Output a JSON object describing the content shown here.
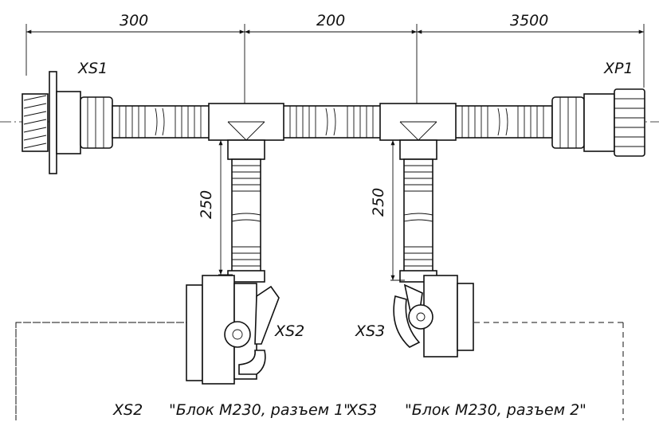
{
  "dimensions": {
    "top_left": "300",
    "top_mid": "200",
    "top_right": "3500",
    "branch_left": "250",
    "branch_right": "250"
  },
  "connectors": {
    "xs1": "XS1",
    "xp1": "XP1",
    "xs2": "XS2",
    "xs3": "XS3"
  },
  "legend": {
    "xs2_ref": "XS2",
    "xs2_desc": "\"Блок М230, разъем 1\"",
    "xs3_ref": "XS3",
    "xs3_desc": "\"Блок М230, разъем 2\""
  }
}
